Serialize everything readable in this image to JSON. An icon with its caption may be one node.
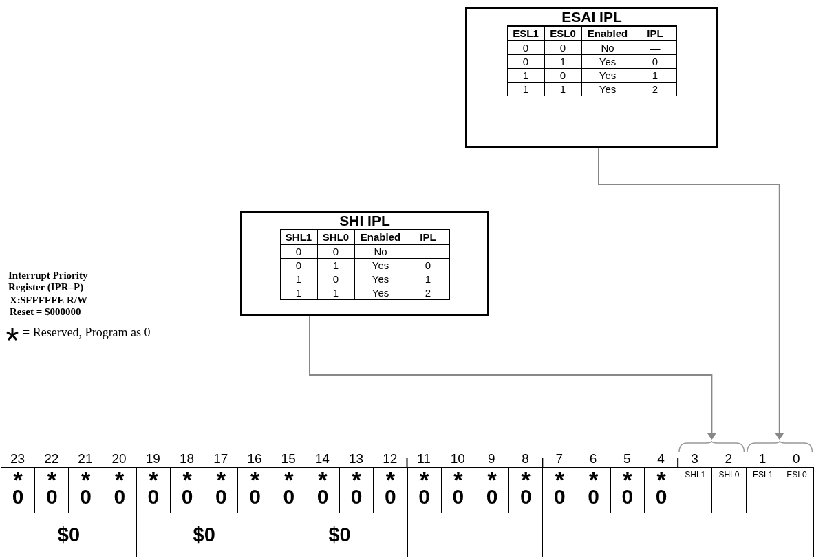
{
  "diagram": {
    "nodes": [
      {
        "text": [
          "ESAI IPL",
          "ESL1",
          "ESL0",
          "Enabled",
          "IPL",
          "0",
          "0",
          "No",
          "—",
          "0",
          "1",
          "Yes",
          "0",
          "1",
          "0",
          "Yes",
          "1",
          "1",
          "1",
          "Yes",
          "2"
        ]
      },
      {
        "text": [
          "SHI IPL",
          "SHL1",
          "SHL0",
          "Enabled",
          "IPL",
          "0",
          "0",
          "No",
          "—",
          "0",
          "1",
          "Yes",
          "0",
          "1",
          "0",
          "Yes",
          "1",
          "1",
          "1",
          "Yes",
          "2"
        ]
      },
      {
        "text": [],
        "shape": "brace"
      },
      {
        "text": [],
        "shape": "brace"
      },
      {
        "text": [
          "*",
          "0"
        ]
      },
      {
        "text": [
          "*",
          "0"
        ]
      },
      {
        "text": [
          "*",
          "0"
        ]
      },
      {
        "text": [
          "*",
          "0"
        ]
      },
      {
        "text": [
          "*",
          "0"
        ]
      },
      {
        "text": [
          "*",
          "0"
        ]
      },
      {
        "text": [
          "*",
          "0"
        ]
      },
      {
        "text": [
          "*",
          "0"
        ]
      },
      {
        "text": [
          "*",
          "0"
        ]
      },
      {
        "text": [
          "*",
          "0"
        ]
      },
      {
        "text": [
          "*",
          "0"
        ]
      },
      {
        "text": [
          "*",
          "0"
        ]
      },
      {
        "text": [
          "*",
          "0"
        ]
      },
      {
        "text": [
          "*",
          "0"
        ]
      },
      {
        "text": [
          "*",
          "0"
        ]
      },
      {
        "text": [
          "*",
          "0"
        ]
      },
      {
        "text": [
          "*",
          "0"
        ]
      },
      {
        "text": [
          "*",
          "0"
        ]
      },
      {
        "text": [
          "*",
          "0"
        ]
      },
      {
        "text": [
          "*",
          "0"
        ]
      },
      {
        "text": [
          "SHL1"
        ]
      },
      {
        "text": [
          "SHL0"
        ]
      },
      {
        "text": [
          "ESL1"
        ]
      },
      {
        "text": [
          "ESL0"
        ]
      },
      {
        "text": [
          "$0"
        ]
      },
      {
        "text": [
          "$0"
        ]
      },
      {
        "text": [
          "$0"
        ]
      },
      {
        "text": [],
        "shape": "box"
      },
      {
        "text": [],
        "shape": "box"
      },
      {
        "text": [],
        "shape": "box"
      }
    ],
    "edges": [
      {
        "from": 0,
        "to": 3,
        "arrow": "to"
      },
      {
        "from": 1,
        "to": 2,
        "arrow": "to"
      }
    ],
    "labels": [
      "Interrupt Priority Register (IPR–P)",
      "X:$FFFFFE R/W",
      "Reset = $000000",
      "23",
      "22",
      "21",
      "20",
      "19",
      "18",
      "17",
      "16",
      "15",
      "14",
      "13",
      "12",
      "11",
      "10",
      "9",
      "8",
      "7",
      "6",
      "5",
      "4",
      "3",
      "2",
      "1",
      "0"
    ],
    "legend": [
      {
        "text": "= Reserved, Program as 0"
      }
    ]
  }
}
